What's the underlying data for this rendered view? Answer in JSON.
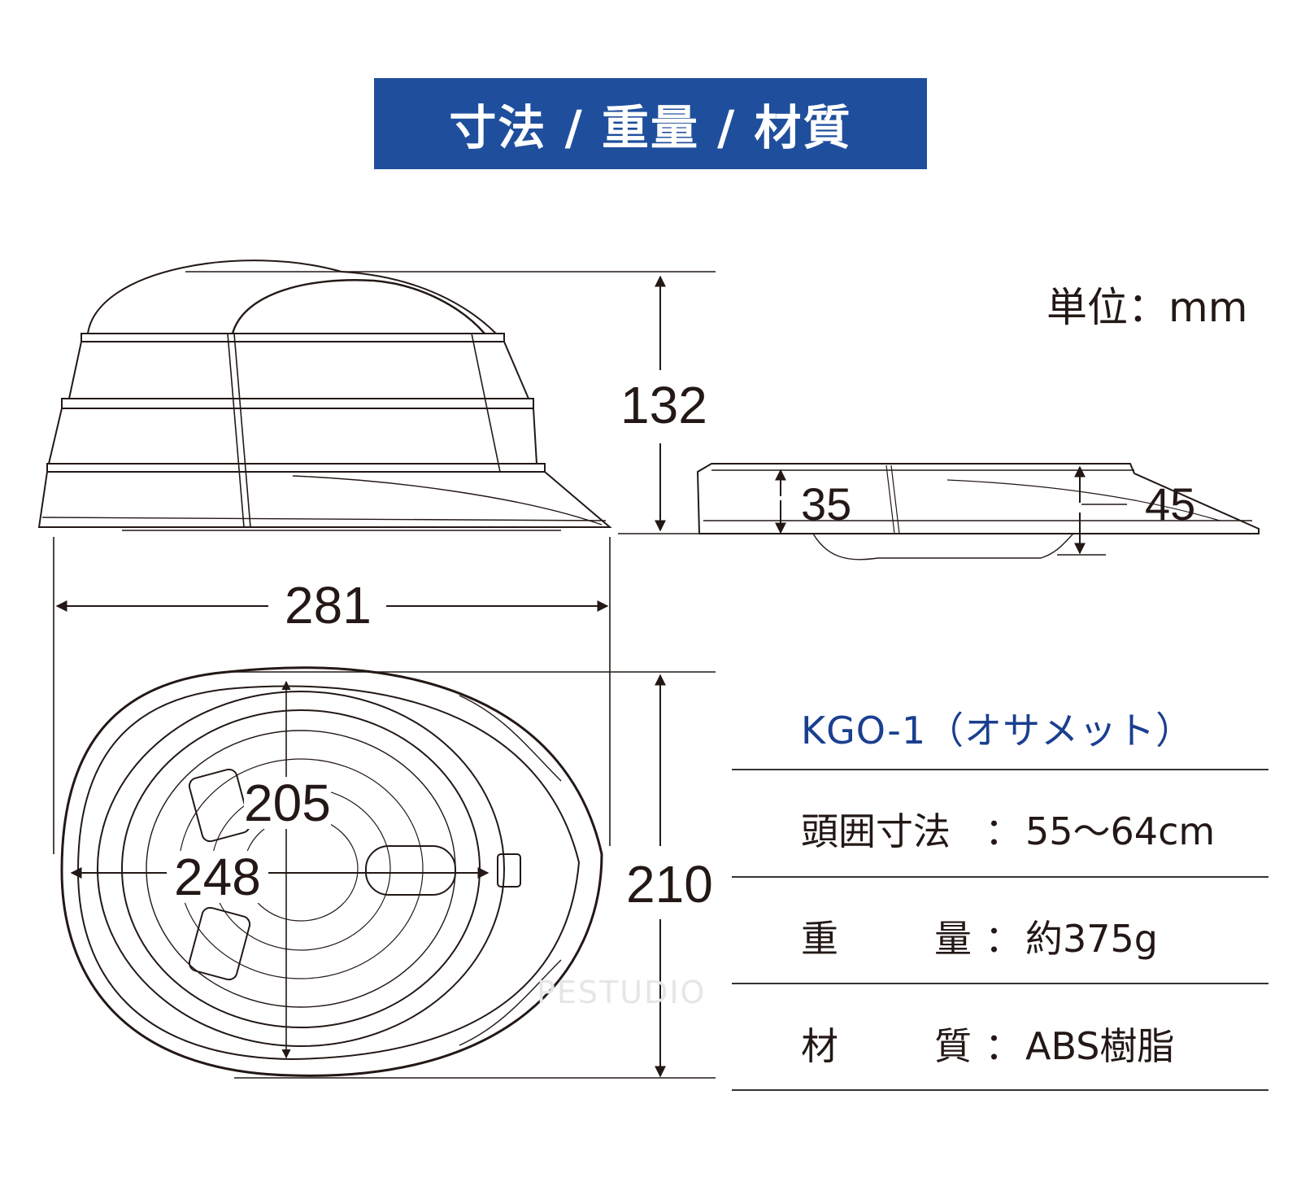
{
  "header": {
    "title": "寸法 / 重量 / 材質",
    "banner_color": "#1f4f9c"
  },
  "unit_label": "単位：mm",
  "dimensions": {
    "side_height": "132",
    "side_width": "281",
    "folded_front_height": "35",
    "folded_rear_height": "45",
    "top_length": "205",
    "top_width": "248",
    "top_depth": "210"
  },
  "specs": {
    "model": "KGO-1（オサメット）",
    "model_color": "#1a3f8f",
    "rows": [
      {
        "label_a": "頭囲寸法",
        "label_b": "",
        "colon": "：",
        "value": "55〜64cm"
      },
      {
        "label_a": "重",
        "label_b": "量",
        "colon": "：",
        "value": "約375g"
      },
      {
        "label_a": "材",
        "label_b": "質",
        "colon": "：",
        "value": "ABS樹脂"
      }
    ]
  },
  "watermark": "PESTUDIO"
}
